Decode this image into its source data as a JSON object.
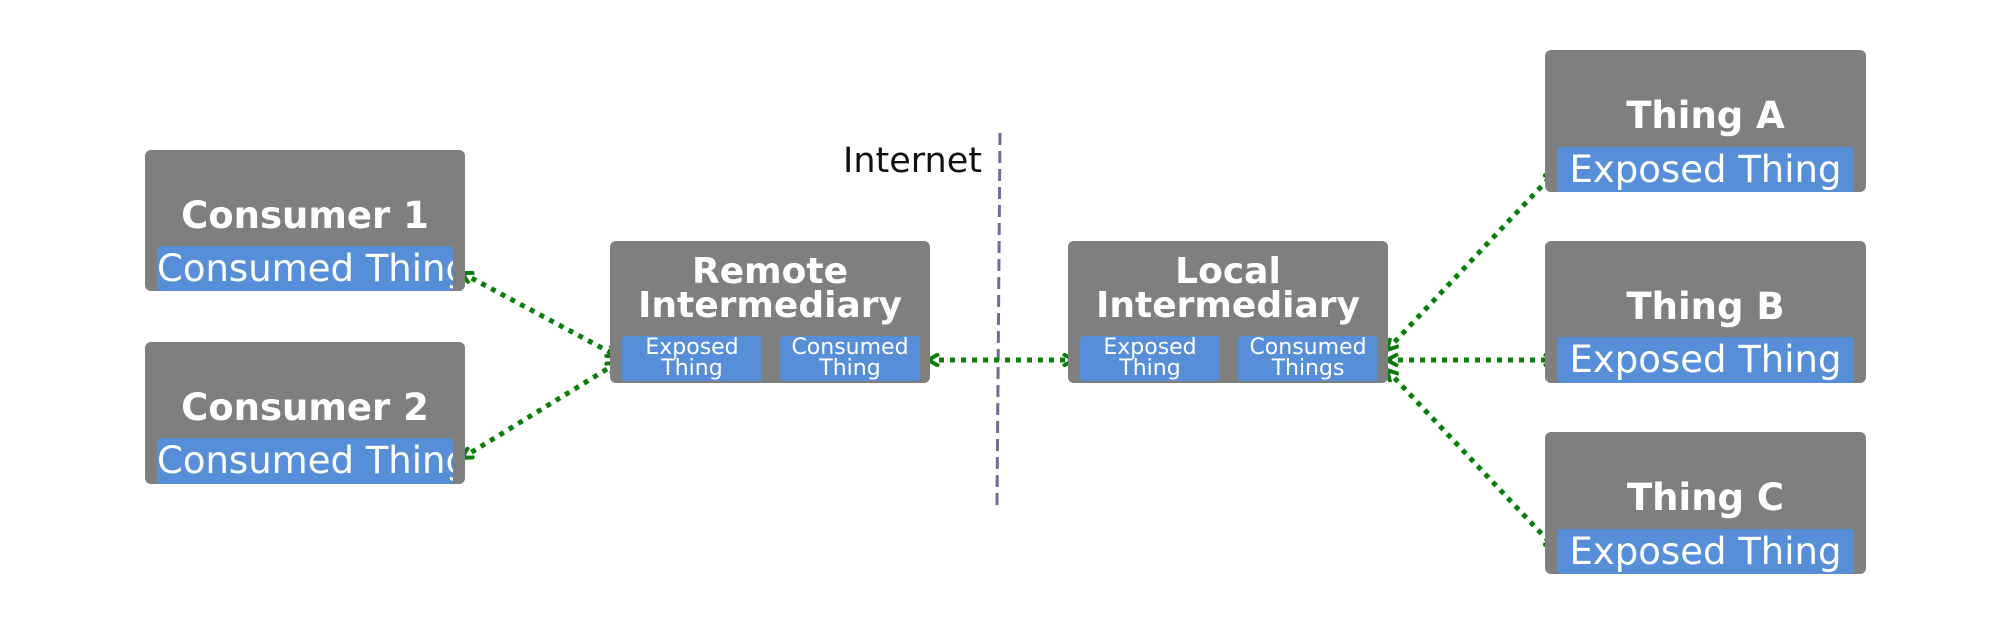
{
  "colors": {
    "node_fill": "#7f7f7f",
    "chip_fill": "#568fd8",
    "arrow": "#0a7d0a",
    "divider": "#6b6f94",
    "text": "#ffffff"
  },
  "internet_label": "Internet",
  "consumers": [
    {
      "title": "Consumer 1",
      "chip": "Consumed Thing"
    },
    {
      "title": "Consumer 2",
      "chip": "Consumed Thing"
    }
  ],
  "remote_intermediary": {
    "title_line1": "Remote",
    "title_line2": "Intermediary",
    "chip_left_line1": "Exposed",
    "chip_left_line2": "Thing",
    "chip_right_line1": "Consumed",
    "chip_right_line2": "Thing"
  },
  "local_intermediary": {
    "title_line1": "Local",
    "title_line2": "Intermediary",
    "chip_left_line1": "Exposed",
    "chip_left_line2": "Thing",
    "chip_right_line1": "Consumed",
    "chip_right_line2": "Things"
  },
  "things": [
    {
      "title": "Thing A",
      "chip": "Exposed Thing"
    },
    {
      "title": "Thing B",
      "chip": "Exposed Thing"
    },
    {
      "title": "Thing C",
      "chip": "Exposed Thing"
    }
  ]
}
